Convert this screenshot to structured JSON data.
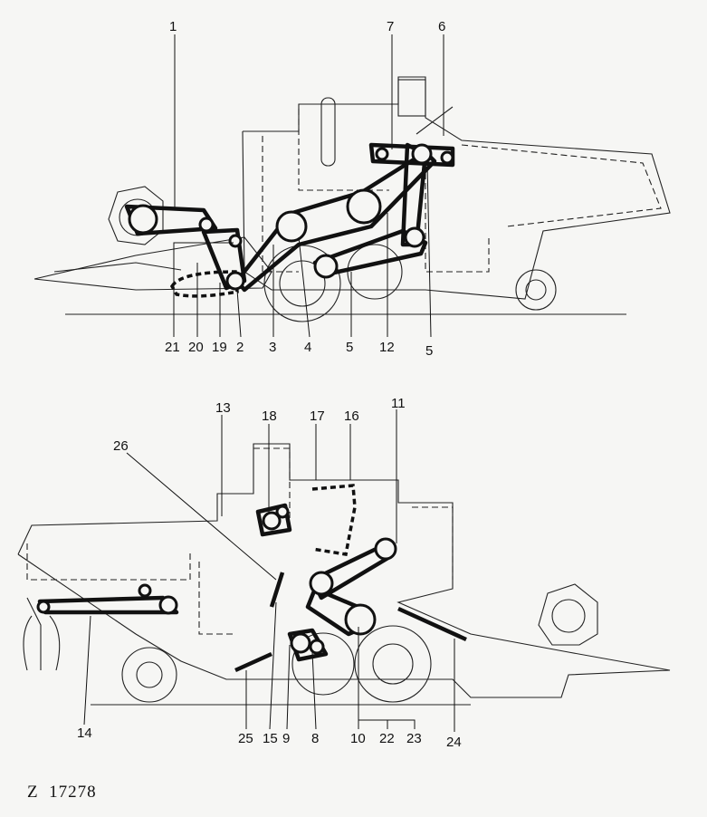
{
  "top_view": {
    "callouts": [
      "1",
      "7",
      "6",
      "21",
      "20",
      "19",
      "2",
      "3",
      "4",
      "5",
      "12",
      "5"
    ]
  },
  "bottom_view": {
    "callouts": [
      "13",
      "18",
      "17",
      "16",
      "11",
      "26",
      "14",
      "25",
      "15",
      "9",
      "8",
      "10",
      "22",
      "23",
      "24"
    ]
  },
  "figure_code": "Z  17278"
}
